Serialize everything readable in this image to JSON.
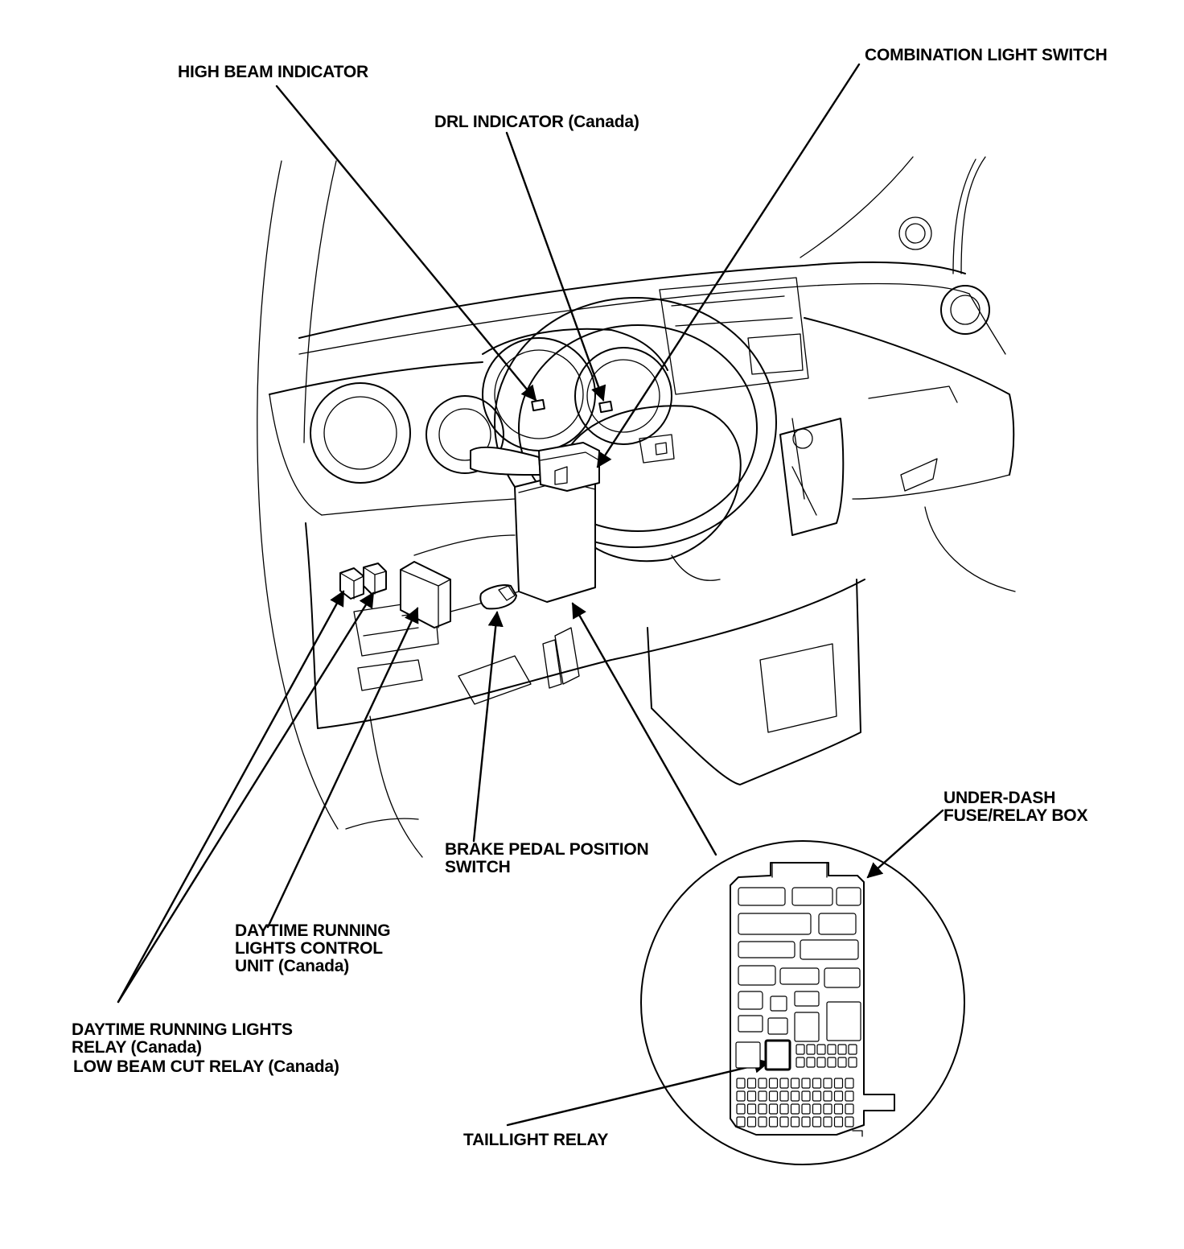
{
  "colors": {
    "ink": "#000000",
    "paper": "#ffffff"
  },
  "labels": {
    "high_beam_indicator": "HIGH BEAM INDICATOR",
    "drl_indicator": "DRL INDICATOR (Canada)",
    "combination_light_switch": "COMBINATION LIGHT SWITCH",
    "under_dash_line1": "UNDER-DASH",
    "under_dash_line2": "FUSE/RELAY BOX",
    "brake_line1": "BRAKE PEDAL POSITION",
    "brake_line2": "SWITCH",
    "drl_control_line1": "DAYTIME RUNNING",
    "drl_control_line2": "LIGHTS CONTROL",
    "drl_control_line3": "UNIT (Canada)",
    "drl_relay_line1": "DAYTIME RUNNING LIGHTS",
    "drl_relay_line2": "RELAY (Canada)",
    "low_beam_cut_relay": "LOW BEAM CUT RELAY (Canada)",
    "taillight_relay": "TAILLIGHT RELAY"
  }
}
